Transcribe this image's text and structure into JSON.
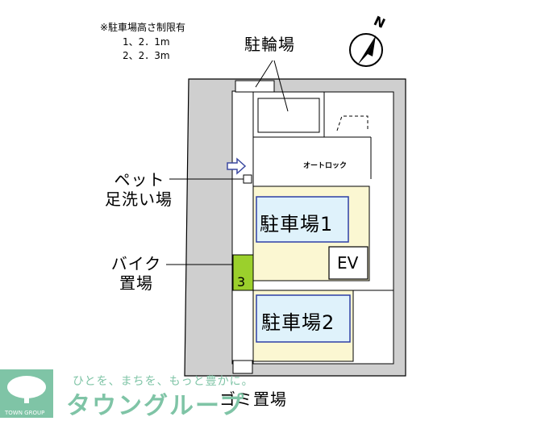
{
  "notes": {
    "height_limit_title": "※駐車場高さ制限有",
    "limit_1": "1、2．1m",
    "limit_2": "2、2．3m"
  },
  "labels": {
    "bicycle_parking": "駐輪場",
    "autolock": "オートロック",
    "pet_foot_wash_line1": "ペット",
    "pet_foot_wash_line2": "足洗い場",
    "bike_parking_line1": "バイク",
    "bike_parking_line2": "置場",
    "bike_slot_number": "3",
    "parking_1": "駐車場1",
    "parking_2": "駐車場2",
    "elevator": "EV",
    "garbage": "ゴミ置場",
    "compass_north": "N"
  },
  "watermark": {
    "tagline": "ひとを、まちを、もっと豊かに。",
    "brand": "タウングループ",
    "group": "TOWN GROUP"
  },
  "colors": {
    "parking_zone_fill": "#fbf7d2",
    "parking_box_fill": "#dff2fb",
    "parking_box_stroke": "#2d3fa6",
    "bike_slot_fill": "#9bd02c",
    "entrance_arrow": "#3b49a0",
    "watermark": "#7fc4a6"
  }
}
